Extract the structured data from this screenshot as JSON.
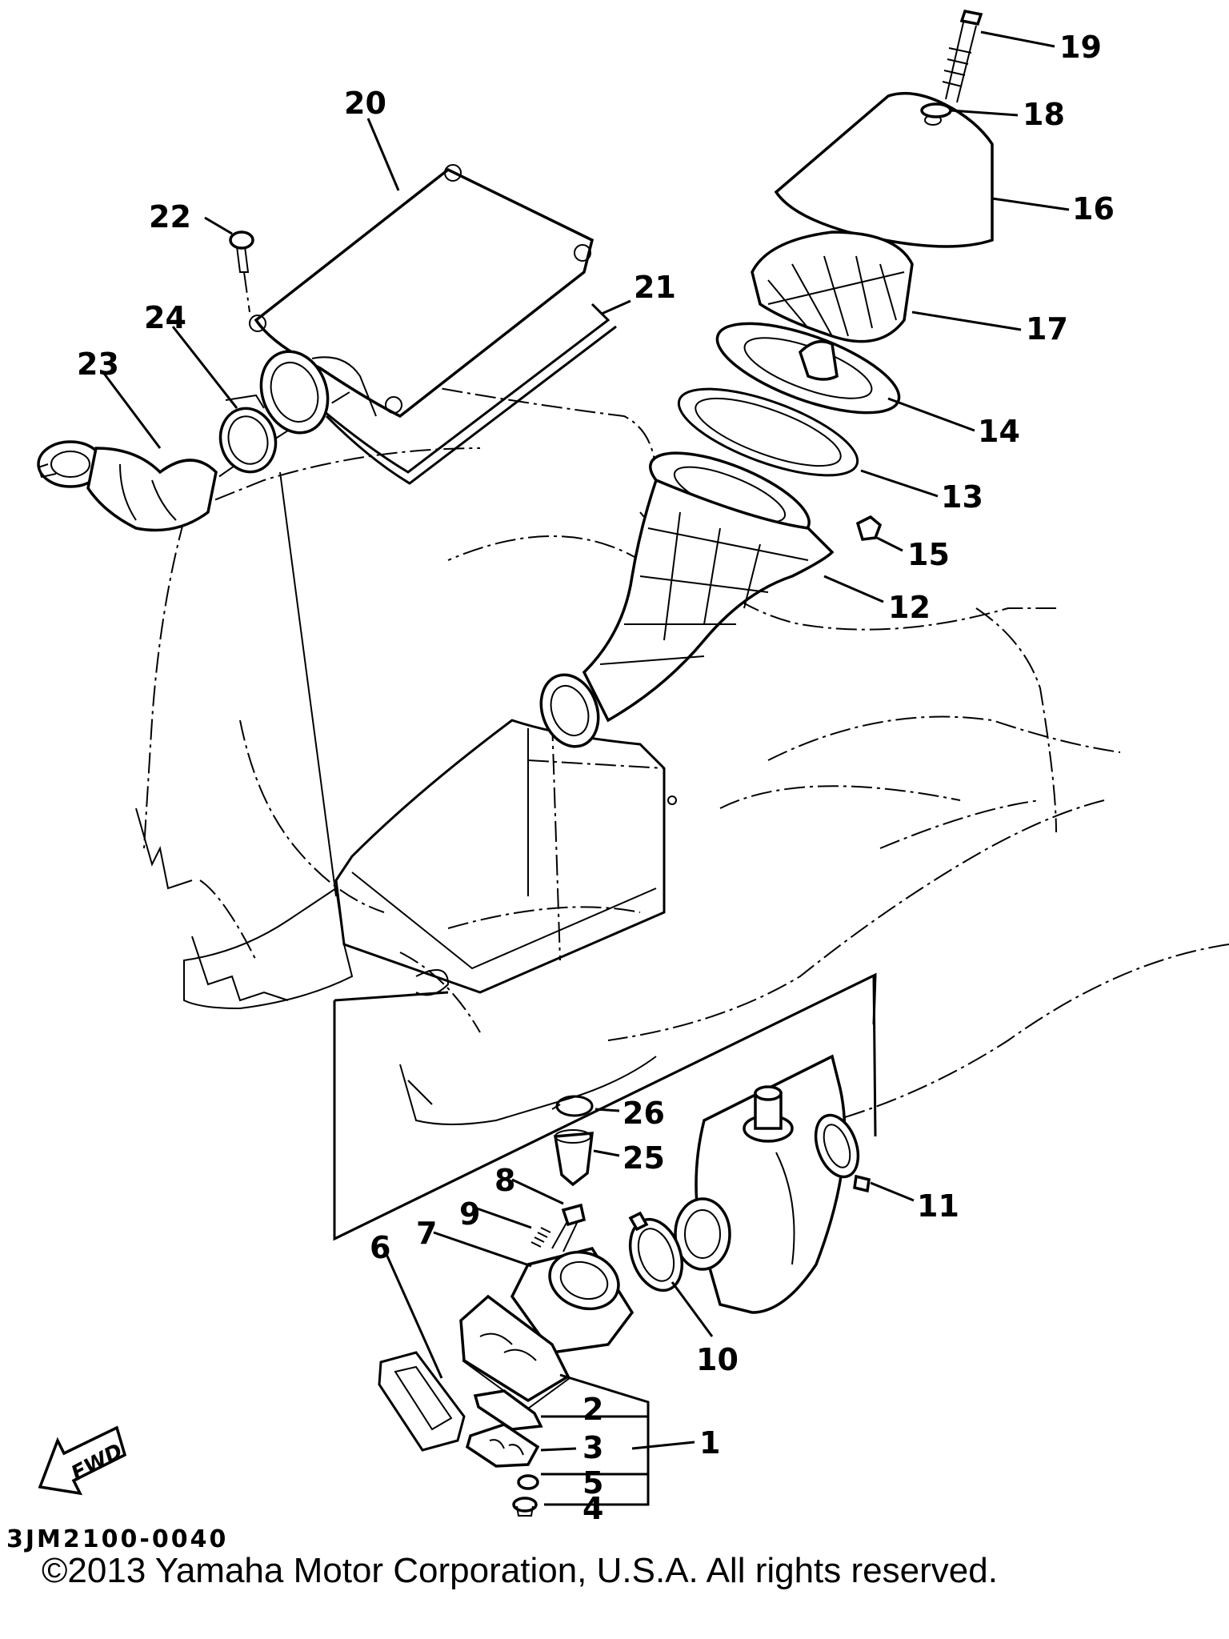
{
  "diagram": {
    "drawing_code": "3JM2100-0040",
    "copyright": "©2013 Yamaha Motor Corporation, U.S.A. All rights reserved.",
    "fwd_label": "FWD",
    "callouts": [
      {
        "id": "1",
        "label": "1"
      },
      {
        "id": "2",
        "label": "2"
      },
      {
        "id": "3",
        "label": "3"
      },
      {
        "id": "4",
        "label": "4"
      },
      {
        "id": "5",
        "label": "5"
      },
      {
        "id": "6",
        "label": "6"
      },
      {
        "id": "7",
        "label": "7"
      },
      {
        "id": "8",
        "label": "8"
      },
      {
        "id": "9",
        "label": "9"
      },
      {
        "id": "10",
        "label": "10"
      },
      {
        "id": "11",
        "label": "11"
      },
      {
        "id": "12",
        "label": "12"
      },
      {
        "id": "13",
        "label": "13"
      },
      {
        "id": "14",
        "label": "14"
      },
      {
        "id": "15",
        "label": "15"
      },
      {
        "id": "16",
        "label": "16"
      },
      {
        "id": "17",
        "label": "17"
      },
      {
        "id": "18",
        "label": "18"
      },
      {
        "id": "19",
        "label": "19"
      },
      {
        "id": "20",
        "label": "20"
      },
      {
        "id": "21",
        "label": "21"
      },
      {
        "id": "22",
        "label": "22"
      },
      {
        "id": "23",
        "label": "23"
      },
      {
        "id": "24",
        "label": "24"
      },
      {
        "id": "25",
        "label": "25"
      },
      {
        "id": "26",
        "label": "26"
      }
    ]
  }
}
